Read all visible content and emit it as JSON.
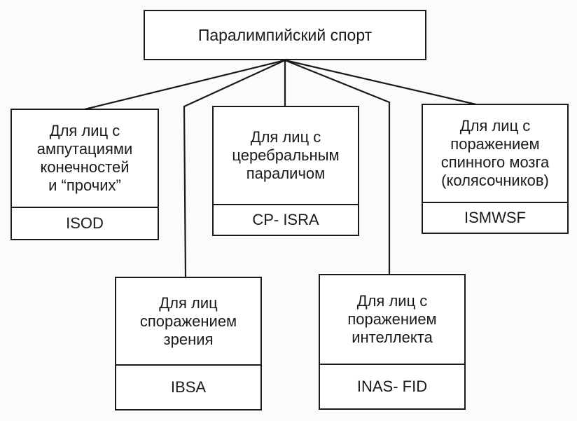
{
  "root": {
    "title": "Паралимпийский спорт"
  },
  "categories": [
    {
      "title": "Для лиц с\nампутациями\nконечностей\nи “прочих”",
      "code": "ISOD"
    },
    {
      "title": "Для лиц с\nцеребральным\nпараличом",
      "code": "CP- ISRA"
    },
    {
      "title": "Для лиц с\nпоражением\nспинного мозга\n(колясочников)",
      "code": "ISMWSF"
    },
    {
      "title": "Для лиц\nспоражением\nзрения",
      "code": "IBSA"
    },
    {
      "title": "Для лиц с\nпоражением\nинтеллекта",
      "code": "INAS- FID"
    }
  ]
}
